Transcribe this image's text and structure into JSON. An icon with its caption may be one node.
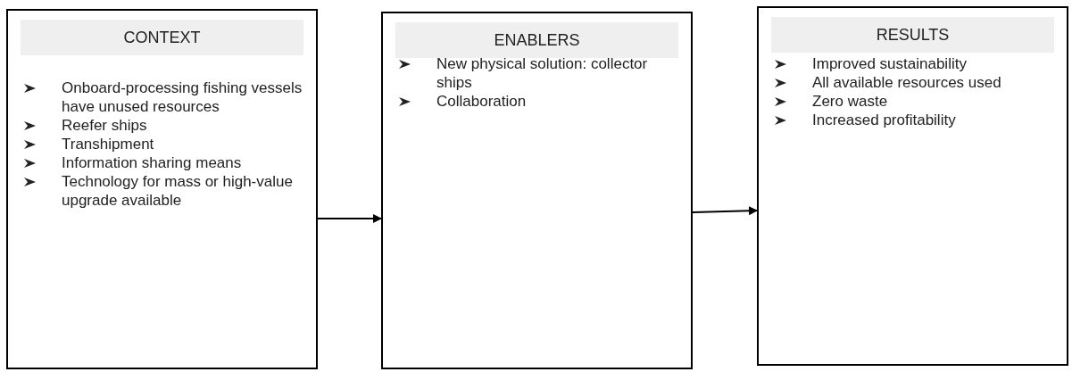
{
  "diagram": {
    "nodes": [
      {
        "text": [
          "CONTEXT",
          "Onboard-processing fishing vessels have unused resources",
          "Reefer ships",
          "Transhipment",
          "Information sharing means",
          "Technology for mass or high-value upgrade available"
        ]
      },
      {
        "text": [
          "ENABLERS",
          "New physical solution: collector ships",
          "Collaboration"
        ]
      },
      {
        "text": [
          "RESULTS",
          "Improved sustainability",
          "All available resources used",
          "Zero waste",
          "Increased profitability"
        ]
      }
    ],
    "edges": [
      {
        "from": 0,
        "to": 1,
        "arrow": "to"
      },
      {
        "from": 1,
        "to": 2,
        "arrow": "to"
      }
    ]
  }
}
